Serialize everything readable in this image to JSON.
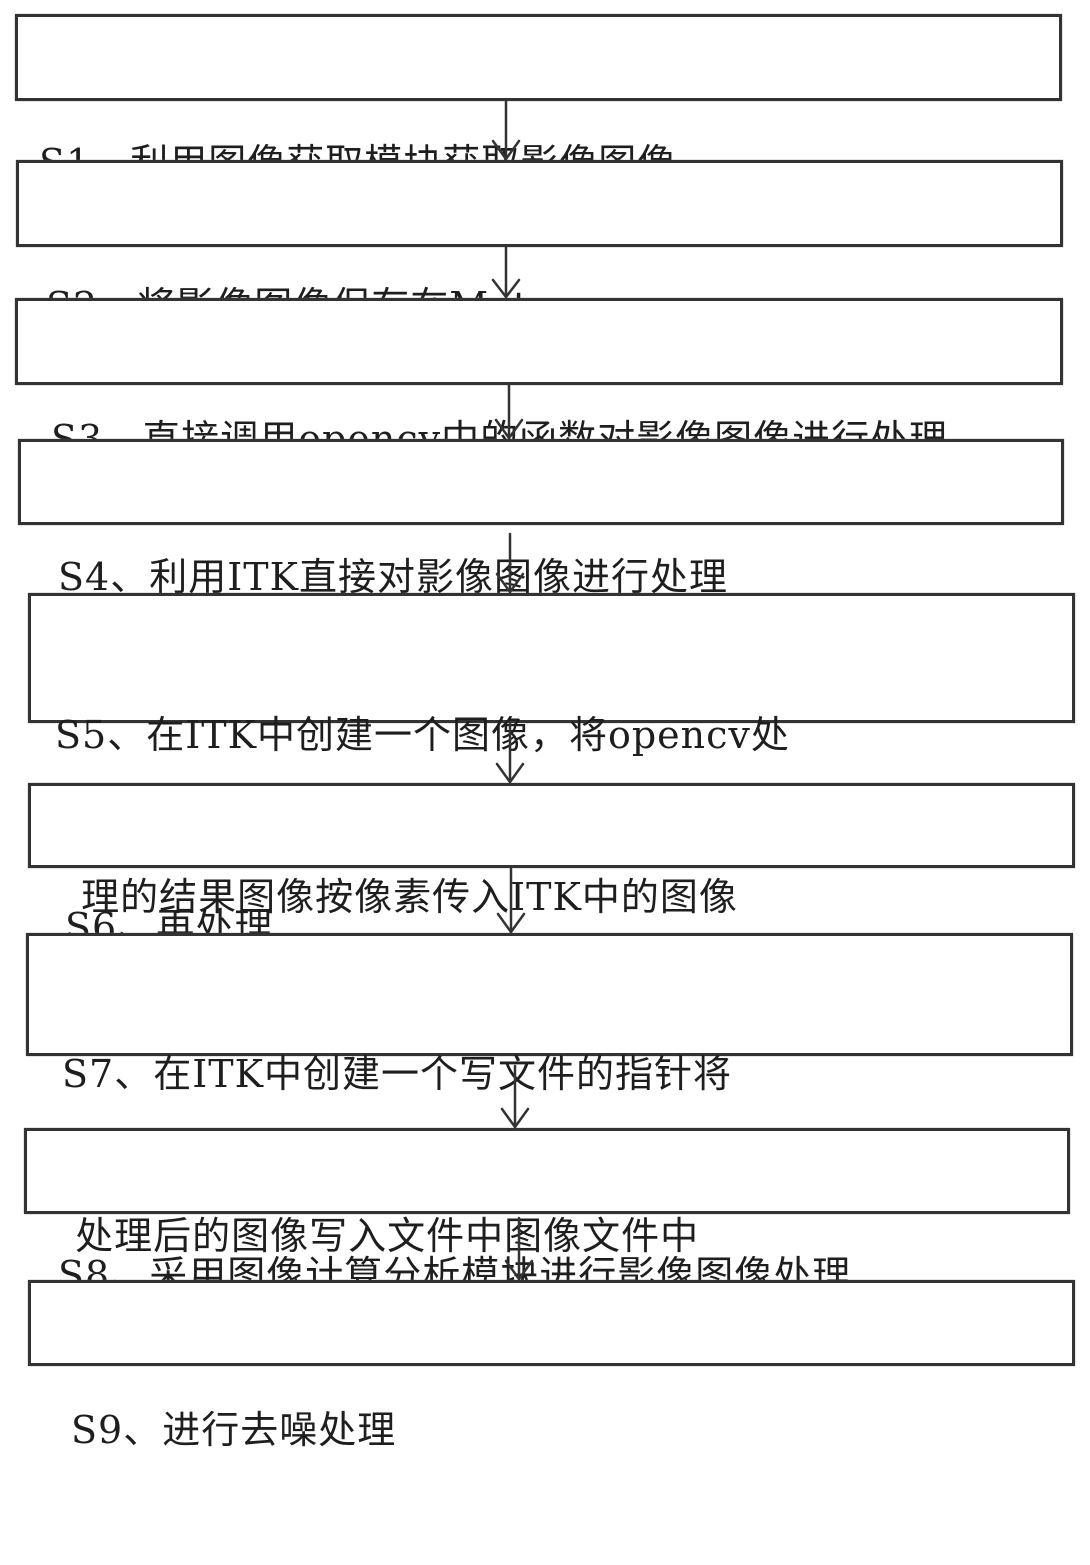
{
  "diagram": {
    "type": "flowchart",
    "direction": "top-to-bottom",
    "colors": {
      "border": "#333333",
      "text": "#1e1e1e",
      "background": "#ffffff",
      "arrow": "#333333"
    },
    "steps": [
      {
        "id": "S1",
        "lines": [
          "S1、利用图像获取模块获取影像图像"
        ]
      },
      {
        "id": "S2",
        "lines": [
          "S2、将影像图像保存在Mat"
        ]
      },
      {
        "id": "S3",
        "lines": [
          "S3、直接调用opencv中的函数对影像图像进行处理"
        ]
      },
      {
        "id": "S4",
        "lines": [
          "S4、利用ITK直接对影像图像进行处理"
        ]
      },
      {
        "id": "S5",
        "lines": [
          "S5、在ITK中创建一个图像，将opencv处",
          "  理的结果图像按像素传入ITK中的图像"
        ]
      },
      {
        "id": "S6",
        "lines": [
          "S6、再处理"
        ]
      },
      {
        "id": "S7",
        "lines": [
          "S7、在ITK中创建一个写文件的指针将",
          " 处理后的图像写入文件中图像文件中"
        ]
      },
      {
        "id": "S8",
        "lines": [
          "S8、采用图像计算分析模块进行影像图像处理"
        ]
      },
      {
        "id": "S9",
        "lines": [
          "S9、进行去噪处理"
        ]
      }
    ],
    "arrows": [
      {
        "from": "S1",
        "to": "S2"
      },
      {
        "from": "S2",
        "to": "S3"
      },
      {
        "from": "S3",
        "to": "S4"
      },
      {
        "from": "S4",
        "to": "S5"
      },
      {
        "from": "S5",
        "to": "S6"
      },
      {
        "from": "S6",
        "to": "S7"
      },
      {
        "from": "S7",
        "to": "S8"
      },
      {
        "from": "S8",
        "to": "S9"
      }
    ]
  }
}
